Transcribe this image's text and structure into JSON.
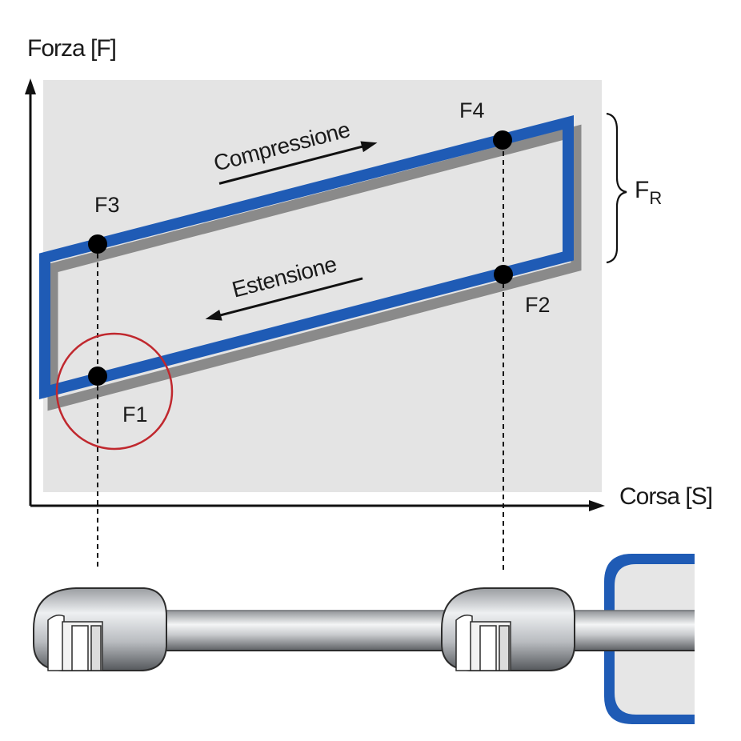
{
  "axes": {
    "y_label": "Forza [F]",
    "x_label": "Corsa [S]"
  },
  "points": {
    "f1": "F1",
    "f2": "F2",
    "f3": "F3",
    "f4": "F4"
  },
  "directions": {
    "compression": "Compressione",
    "extension": "Estensione"
  },
  "friction_label": {
    "main": "F",
    "sub": "R"
  },
  "colors": {
    "loop": "#1f5bb5",
    "shadow": "#8a8a8a",
    "panel": "#e4e4e4",
    "highlight_circle": "#c0282e",
    "point": "#000000"
  }
}
